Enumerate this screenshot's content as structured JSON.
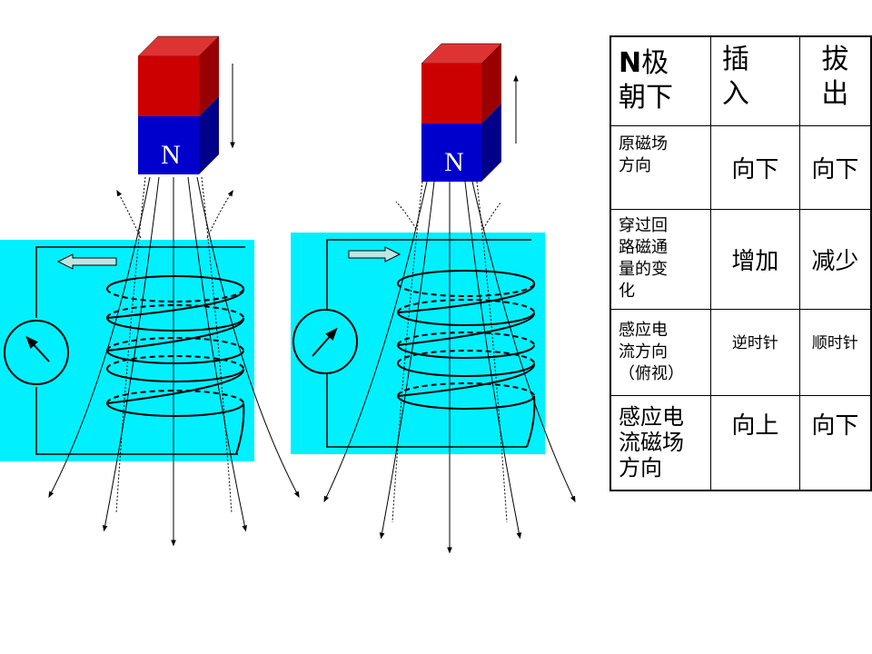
{
  "diagram": {
    "left_magnet_label": "N",
    "right_magnet_label": "N"
  },
  "table": {
    "header": {
      "col0_a": "N",
      "col0_b": "极",
      "col0_c": "朝下",
      "col1": [
        "插",
        "入"
      ],
      "col2": [
        "拔",
        "出"
      ]
    },
    "rows": [
      {
        "label": [
          "原磁场",
          "方向"
        ],
        "insert": "向下",
        "extract": "向下"
      },
      {
        "label": [
          "穿过回",
          "路磁通",
          "量的变",
          "化"
        ],
        "insert": "增加",
        "extract": "减少"
      },
      {
        "label": [
          "感应电",
          "流方向",
          "（俯视）"
        ],
        "insert": "逆时针",
        "extract": "顺时针"
      },
      {
        "label": [
          "感应电",
          "流磁场",
          "方向"
        ],
        "insert": "向上",
        "extract": "向下"
      }
    ]
  },
  "colors": {
    "magnet_red": "#cc0000",
    "magnet_blue": "#0000cc",
    "panel_cyan": "#00f0ff"
  }
}
